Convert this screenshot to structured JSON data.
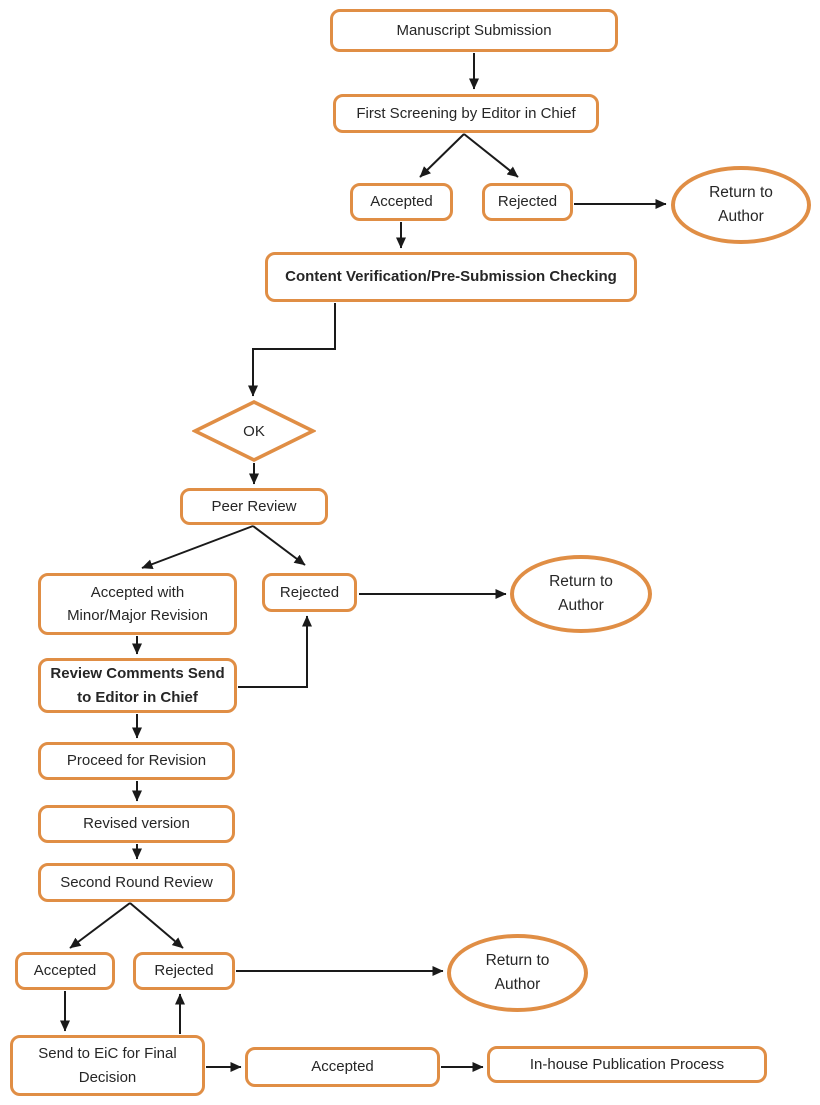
{
  "diagram": {
    "background_color": "#ffffff",
    "colors": {
      "node_border": "#e08e45",
      "node_fill": "#ffffff",
      "arrow": "#1a1a1a",
      "text": "#262626"
    },
    "nodes": {
      "manuscript": {
        "shape": "rounded-rect",
        "label": "Manuscript Submission"
      },
      "first_screening": {
        "shape": "rounded-rect",
        "label": "First Screening by Editor in Chief"
      },
      "accepted_1": {
        "shape": "rounded-rect",
        "label": "Accepted"
      },
      "rejected_1": {
        "shape": "rounded-rect",
        "label": "Rejected"
      },
      "return_author_1": {
        "shape": "ellipse",
        "label": "Return to\nAuthor"
      },
      "content_verification": {
        "shape": "rounded-rect",
        "label": "Content Verification/Pre-Submission Checking"
      },
      "ok_decision": {
        "shape": "diamond",
        "label": "OK"
      },
      "peer_review": {
        "shape": "rounded-rect",
        "label": "Peer Review"
      },
      "accepted_revision": {
        "shape": "rounded-rect",
        "label": "Accepted with\nMinor/Major Revision"
      },
      "rejected_2": {
        "shape": "rounded-rect",
        "label": "Rejected"
      },
      "return_author_2": {
        "shape": "ellipse",
        "label": "Return to\nAuthor"
      },
      "review_comments": {
        "shape": "rounded-rect",
        "label": "Review Comments Send\nto Editor in Chief"
      },
      "proceed_revision": {
        "shape": "rounded-rect",
        "label": "Proceed for Revision"
      },
      "revised_version": {
        "shape": "rounded-rect",
        "label": "Revised version"
      },
      "second_round": {
        "shape": "rounded-rect",
        "label": "Second Round Review"
      },
      "accepted_2": {
        "shape": "rounded-rect",
        "label": "Accepted"
      },
      "rejected_3": {
        "shape": "rounded-rect",
        "label": "Rejected"
      },
      "return_author_3": {
        "shape": "ellipse",
        "label": "Return to\nAuthor"
      },
      "send_eic": {
        "shape": "rounded-rect",
        "label": "Send to EiC for Final\nDecision"
      },
      "accepted_3": {
        "shape": "rounded-rect",
        "label": "Accepted"
      },
      "in_house": {
        "shape": "rounded-rect",
        "label": "In-house Publication Process"
      }
    },
    "edges": [
      {
        "from": "manuscript",
        "to": "first_screening"
      },
      {
        "from": "first_screening",
        "to": "accepted_1"
      },
      {
        "from": "first_screening",
        "to": "rejected_1"
      },
      {
        "from": "accepted_1",
        "to": "content_verification"
      },
      {
        "from": "rejected_1",
        "to": "return_author_1"
      },
      {
        "from": "content_verification",
        "to": "ok_decision"
      },
      {
        "from": "ok_decision",
        "to": "peer_review"
      },
      {
        "from": "peer_review",
        "to": "accepted_revision"
      },
      {
        "from": "peer_review",
        "to": "rejected_2"
      },
      {
        "from": "rejected_2",
        "to": "return_author_2"
      },
      {
        "from": "accepted_revision",
        "to": "review_comments"
      },
      {
        "from": "review_comments",
        "to": "rejected_2"
      },
      {
        "from": "review_comments",
        "to": "proceed_revision"
      },
      {
        "from": "proceed_revision",
        "to": "revised_version"
      },
      {
        "from": "revised_version",
        "to": "second_round"
      },
      {
        "from": "second_round",
        "to": "accepted_2"
      },
      {
        "from": "second_round",
        "to": "rejected_3"
      },
      {
        "from": "rejected_3",
        "to": "return_author_3"
      },
      {
        "from": "accepted_2",
        "to": "send_eic"
      },
      {
        "from": "send_eic",
        "to": "rejected_3"
      },
      {
        "from": "send_eic",
        "to": "accepted_3"
      },
      {
        "from": "accepted_3",
        "to": "in_house"
      }
    ]
  }
}
